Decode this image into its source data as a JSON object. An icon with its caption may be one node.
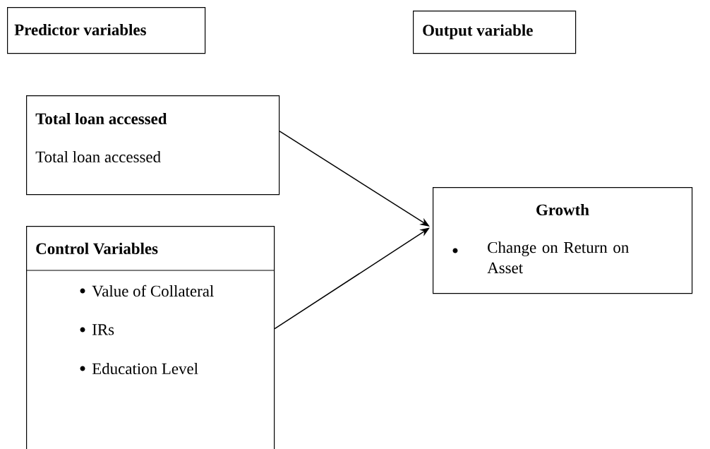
{
  "diagram": {
    "nodes": [
      {
        "text": [
          "Predictor variables"
        ]
      },
      {
        "text": [
          "Output variable"
        ]
      },
      {
        "text": [
          "Total loan accessed",
          "Total loan accessed"
        ]
      },
      {
        "text": [
          "Control Variables",
          "Value of Collateral",
          "IRs",
          "Education Level"
        ]
      },
      {
        "text": [
          "Growth",
          "Change on Return on Asset"
        ]
      }
    ],
    "edges": [
      {
        "from": 2,
        "to": 4,
        "arrow": "to"
      },
      {
        "from": 3,
        "to": 4,
        "arrow": "to"
      }
    ]
  }
}
